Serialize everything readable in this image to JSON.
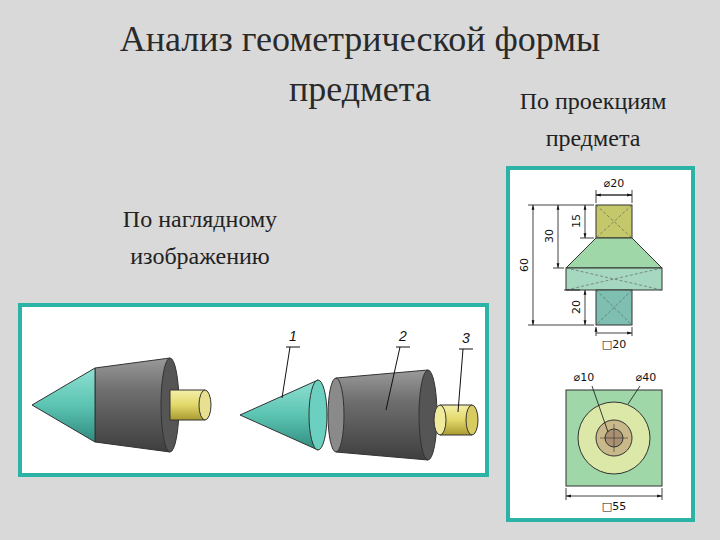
{
  "diagram": {
    "title": "Анализ геометрической формы предмета",
    "labels": [
      "По проекциям предмета",
      "По наглядному изображению",
      "1",
      "2",
      "3",
      "⌀20",
      "15",
      "30",
      "60",
      "20",
      "□20",
      "⌀10",
      "⌀40",
      "□55"
    ]
  }
}
